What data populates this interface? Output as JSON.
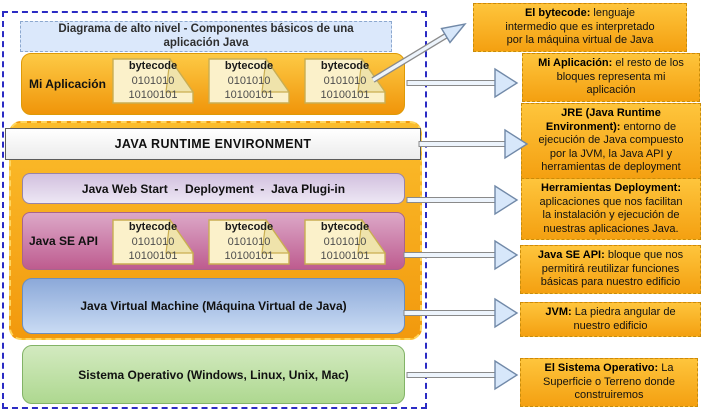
{
  "diagram": {
    "title": "Diagrama de alto nivel - Componentes básicos de una aplicación Java",
    "mi_aplicacion_label": "Mi Aplicación",
    "jre_header": "JAVA RUNTIME ENVIRONMENT",
    "jws_label": "Java Web Start  -  Deployment  -  Java Plugi-in",
    "se_api_label": "Java SE API",
    "jvm_label": "Java Virtual Machine (Máquina Virtual de Java)",
    "os_label": "Sistema Operativo (Windows, Linux, Unix, Mac)"
  },
  "bytecode_icon": {
    "title": "bytecode",
    "line1": "0101010",
    "line2": "10100101"
  },
  "callouts": [
    {
      "lead": "El bytecode:",
      "rest": " lenguaje\nintermedio que es interpretado\npor la máquina virtual de Java"
    },
    {
      "lead": "Mi Aplicación:",
      "rest": " el resto de los\nbloques representa mi\naplicación"
    },
    {
      "lead": "JRE (Java Runtime\nEnvironment):",
      "rest": " entorno de\nejecución de Java compuesto\npor la JVM, la Java API y\nherramientas de deployment"
    },
    {
      "lead": "Herramientas Deployment:",
      "rest": "\naplicaciones que nos facilitan\nla instalación y ejecución de\nnuestras aplicaciones Java."
    },
    {
      "lead": "Java SE API:",
      "rest": " bloque que nos\npermitirá reutilizar funciones\nbásicas para nuestro edificio"
    },
    {
      "lead": "JVM:",
      "rest": " La piedra angular de\nnuestro edificio"
    },
    {
      "lead": "El Sistema Operativo:",
      "rest": " La\nSuperficie o Terreno donde\nconstruiremos"
    }
  ],
  "colors": {
    "accent_orange": "#F5A01C",
    "callout_border": "#C98C0A",
    "outline_blue": "#2B2BC4",
    "arrow_fill": "#D7E7FA",
    "note_fill": "#FBF1CA"
  }
}
